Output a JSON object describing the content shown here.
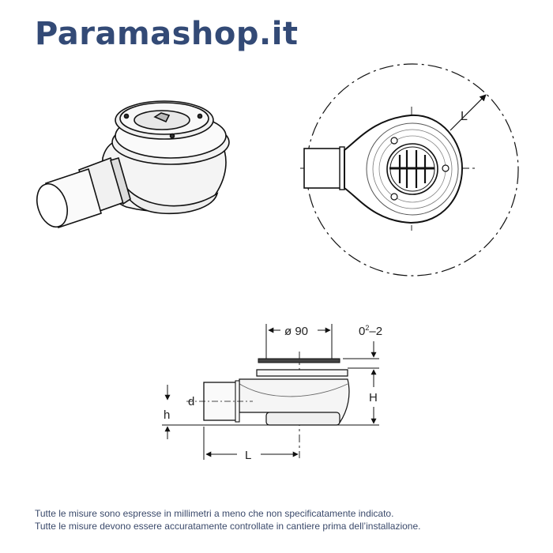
{
  "header": {
    "brand": "Paramashop.it",
    "brand_color": "#334a76"
  },
  "diagram": {
    "views": [
      "perspective-view",
      "top-view",
      "side-section-view"
    ],
    "top_view": {
      "radius_label": "L"
    },
    "side_view": {
      "diameter_label": "ø 90",
      "adjust_label_base": "0",
      "adjust_label_sup": "2",
      "adjust_label_tail": "–2",
      "height_label": "H",
      "pipe_diameter_label": "d",
      "pipe_height_label": "h",
      "length_label": "L"
    }
  },
  "footer": {
    "line1": "Tutte le misure sono espresse in millimetri a meno che non specificatamente indicato.",
    "line2": "Tutte le misure devono essere accuratamente controllate in cantiere prima dell’installazione.",
    "text_color": "#3b4a6b"
  }
}
